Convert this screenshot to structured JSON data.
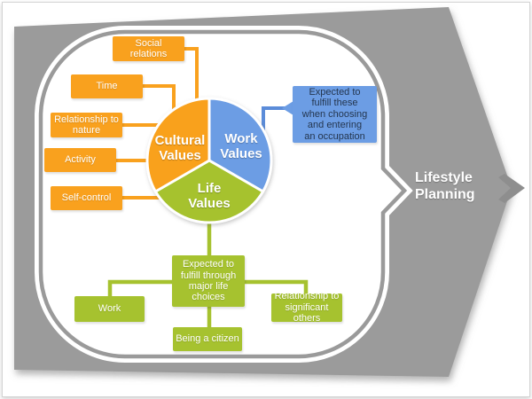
{
  "diagram": {
    "arrow_label": "Lifestyle\nPlanning",
    "pie": {
      "slices": [
        {
          "id": "cultural",
          "label": "Cultural\nValues",
          "color": "#f9a11e"
        },
        {
          "id": "work",
          "label": "Work\nValues",
          "color": "#6c9de4"
        },
        {
          "id": "life",
          "label": "Life\nValues",
          "color": "#a6c22f"
        }
      ]
    },
    "cultural_factors": [
      {
        "label": "Social\nrelations"
      },
      {
        "label": "Time"
      },
      {
        "label": "Relationship to\nnature"
      },
      {
        "label": "Activity"
      },
      {
        "label": "Self-control"
      }
    ],
    "work_note": {
      "label": "Expected to\nfulfill these\nwhen choosing\nand entering\nan occupation"
    },
    "life_note": {
      "label": "Expected to\nfulfill through\nmajor life\nchoices"
    },
    "life_factors": [
      {
        "label": "Work"
      },
      {
        "label": "Being a citizen"
      },
      {
        "label": "Relationship to\nsignificant others"
      }
    ],
    "colors": {
      "orange": "#f9a11e",
      "blue_box": "#6c9de4",
      "blue_line": "#5b8cd9",
      "green": "#a6c22f",
      "gray": "#9b9b9b"
    }
  }
}
